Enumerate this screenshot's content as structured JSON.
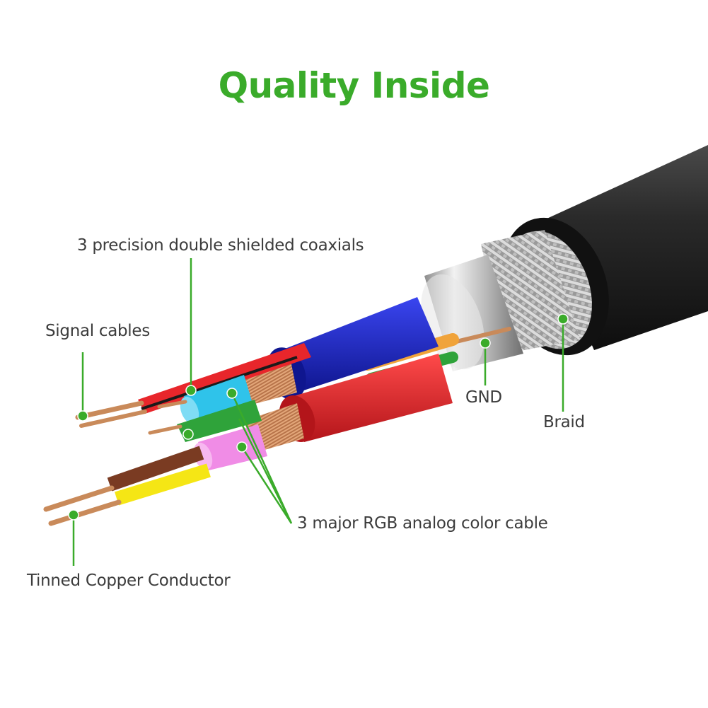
{
  "title": "Quality Inside",
  "colors": {
    "accent": "#3aab2a",
    "jacket": "#1c1c1c",
    "copper": "#c98a5a",
    "blue": "#1a25c8",
    "red": "#e8262b",
    "green": "#2fa33a",
    "cyan": "#2fc3ea",
    "pink": "#f08ce6",
    "brown": "#7a3b22",
    "yellow": "#f5e615",
    "orange": "#f0a33a",
    "silver": "#cfcfcf"
  },
  "labels": {
    "coaxials": "3 precision double shielded coaxials",
    "signal": "Signal cables",
    "gnd": "GND",
    "braid": "Braid",
    "rgb": "3 major RGB analog color cable",
    "tinned": "Tinned Copper Conductor"
  }
}
